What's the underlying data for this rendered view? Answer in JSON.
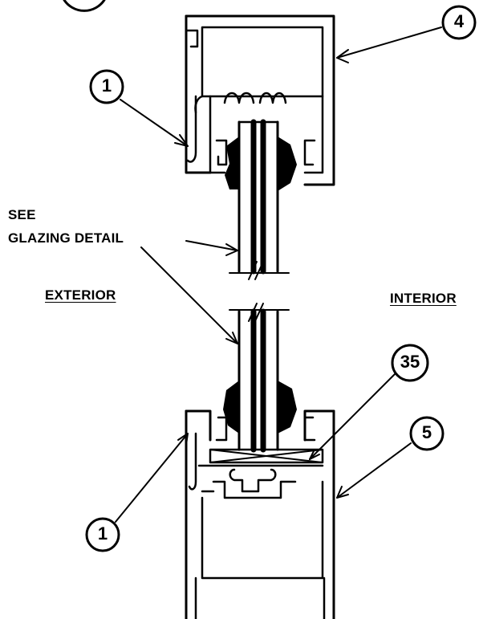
{
  "labels": {
    "see": "SEE",
    "glazing_detail": "GLAZING DETAIL",
    "exterior": "EXTERIOR",
    "interior": "INTERIOR"
  },
  "callouts": {
    "top_frame": "4",
    "left_top": "1",
    "setting_block": "35",
    "bottom_frame": "5",
    "left_bottom": "1"
  }
}
